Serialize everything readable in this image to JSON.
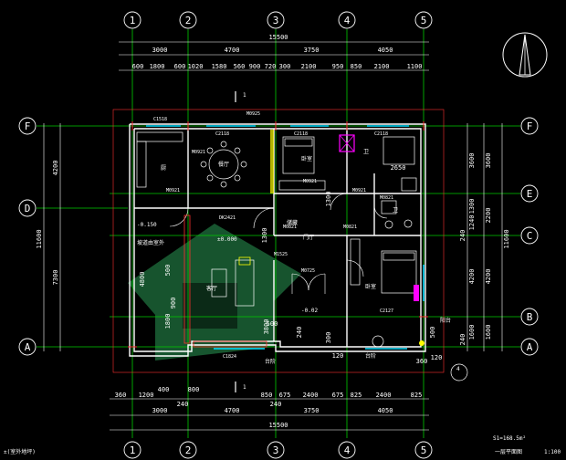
{
  "grid": {
    "columns": [
      "1",
      "2",
      "3",
      "4",
      "5"
    ],
    "rows": [
      "F",
      "E",
      "D",
      "C",
      "B",
      "A"
    ]
  },
  "dims": {
    "top_overall": "15500",
    "top_spans": [
      "3000",
      "4700",
      "3750",
      "4050"
    ],
    "top_detail": [
      "600",
      "1800",
      "600",
      "1020",
      "1580",
      "560",
      "900",
      "720",
      "300",
      "2100",
      "950",
      "850",
      "2100",
      "1100"
    ],
    "bottom_overall": "15500",
    "bottom_spans": [
      "3000",
      "4700",
      "3750",
      "4050"
    ],
    "bottom_detail": [
      "360",
      "1200",
      "400",
      "800",
      "850",
      "675",
      "2400",
      "675",
      "825",
      "2400",
      "825"
    ],
    "bottom_detail_sub": [
      "240",
      "240"
    ],
    "left_overall": "11600",
    "left_spans": [
      "4200",
      "7300"
    ],
    "right_overall": "11600",
    "right_spans": [
      "3600",
      "2200",
      "4200",
      "1600"
    ],
    "right_detail": [
      "3600",
      "1300",
      "1240",
      "240",
      "4200",
      "1600",
      "240"
    ],
    "local": [
      "2650",
      "1300",
      "1300",
      "500",
      "900",
      "500",
      "240",
      "300",
      "120",
      "3800",
      "120",
      "360",
      "4800",
      "1800",
      "500"
    ]
  },
  "labels": {
    "section_mark": "1",
    "section_mark_4": "4",
    "elev_1": "-0.150",
    "elev_2": "±0.000",
    "elev_3": "-0.02",
    "ramp_note": "坡道由室外",
    "stair_left": "台阶",
    "stair_right": "台阶",
    "door_codes": [
      "M0925",
      "M0921",
      "M0921",
      "M0921",
      "M0921",
      "M0821",
      "M0821",
      "M0821",
      "M0725",
      "M1525",
      "DK2421"
    ],
    "window_codes": [
      "C1518",
      "C2118",
      "C2118",
      "C2118",
      "C2127",
      "C1824"
    ],
    "room_names": [
      "厨",
      "餐厅",
      "卧室",
      "卫",
      "卫",
      "客厅",
      "卧室",
      "门厅",
      "储藏",
      "阳台"
    ],
    "area": "S1=168.5m²",
    "plan_title": "一层平面图",
    "scale": "1:100",
    "bottom_note": "±(室外地坪)"
  },
  "colors": {
    "background": "#000000",
    "grid_line": "#00cc00",
    "bubble": "#ffffff",
    "wall": "#ffffff",
    "window": "#00e0ff",
    "dim": "#ffffff",
    "red": "#ff3030",
    "magenta": "#ff00ff",
    "yellow": "#ffff00",
    "watermark": "#2a9a55"
  }
}
